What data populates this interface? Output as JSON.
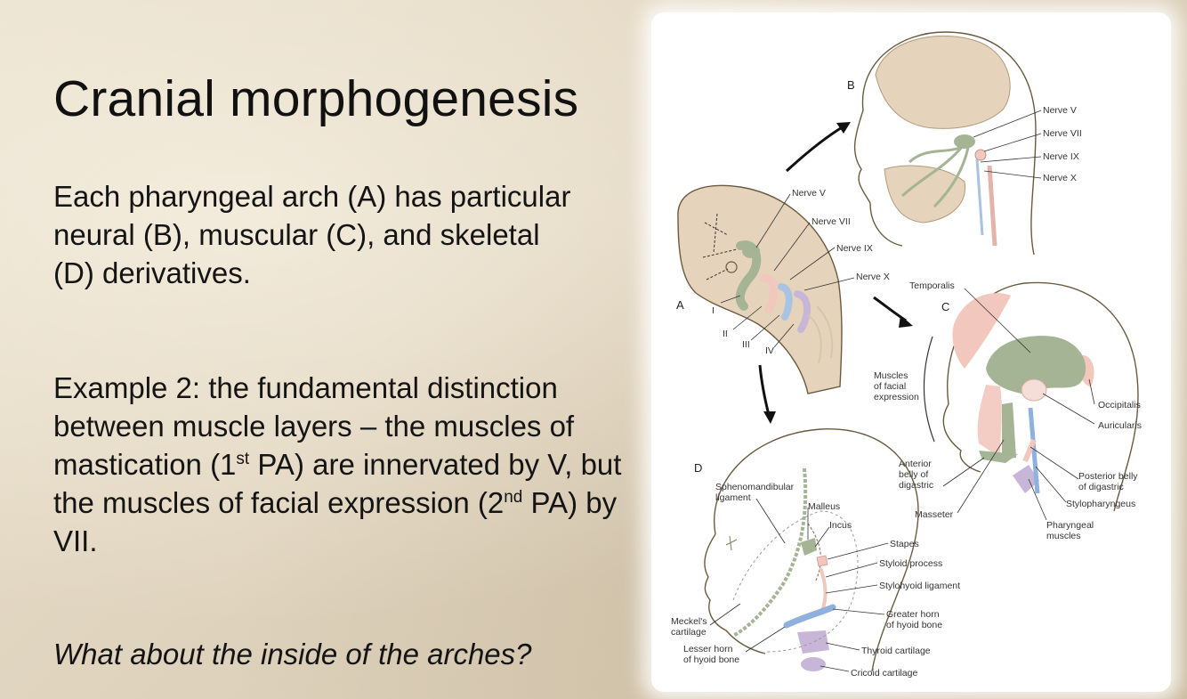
{
  "slide": {
    "title": "Cranial morphogenesis",
    "paragraph1": "Each pharyngeal arch (A) has particular neural (B), muscular (C), and skeletal (D) derivatives.",
    "paragraph2": {
      "part1": "Example 2: the fundamental distinction between muscle layers – the muscles of mastication (1",
      "sup1": "st",
      "part2": " PA) are innervated by V, but the muscles of facial expression (2",
      "sup2": "nd",
      "part3": " PA) by VII."
    },
    "question": "What about the inside of the arches?"
  },
  "figure": {
    "panels": {
      "a": "A",
      "b": "B",
      "c": "C",
      "d": "D"
    },
    "arches": [
      "I",
      "II",
      "III",
      "IV"
    ],
    "nerves_a": [
      "Nerve V",
      "Nerve VII",
      "Nerve IX",
      "Nerve X"
    ],
    "nerves_b": [
      "Nerve V",
      "Nerve VII",
      "Nerve IX",
      "Nerve X"
    ],
    "muscles": {
      "temporalis": "Temporalis",
      "facial_expression": [
        "Muscles",
        "of facial",
        "expression"
      ],
      "occipitalis": "Occipitalis",
      "auricularis": "Auricularis",
      "anterior_belly": [
        "Anterior",
        "belly of",
        "digastric"
      ],
      "masseter": "Masseter",
      "posterior_belly": [
        "Posterior belly",
        "of digastric"
      ],
      "stylopharyngeus": "Stylopharyngeus",
      "pharyngeal": [
        "Pharyngeal",
        "muscles"
      ]
    },
    "skeletal": {
      "sphenomandibular": [
        "Sphenomandibular",
        "ligament"
      ],
      "malleus": "Malleus",
      "incus": "Incus",
      "stapes": "Stapes",
      "styloid": "Styloid process",
      "stylohyoid": "Stylohyoid ligament",
      "greater_horn": [
        "Greater horn",
        "of hyoid bone"
      ],
      "meckels": [
        "Meckel's",
        "cartilage"
      ],
      "lesser_horn": [
        "Lesser horn",
        "of hyoid bone"
      ],
      "thyroid": "Thyroid cartilage",
      "cricoid": "Cricoid cartilage"
    }
  },
  "colors": {
    "arch1": "#a4b495",
    "arch2": "#f2c7bd",
    "arch3": "#a9c3e3",
    "arch4": "#c8b6d9",
    "tissue": "#e6d3bb",
    "outline": "#6a5a40"
  }
}
